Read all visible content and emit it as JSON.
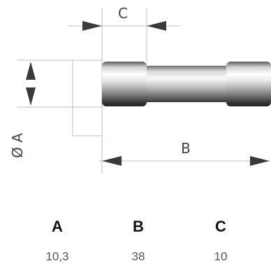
{
  "diagram": {
    "dimension_labels": {
      "c": "C",
      "b": "B",
      "a": "Ø A"
    }
  },
  "table": {
    "headers": [
      "A",
      "B",
      "C"
    ],
    "values": [
      "10,3",
      "38",
      "10"
    ]
  }
}
